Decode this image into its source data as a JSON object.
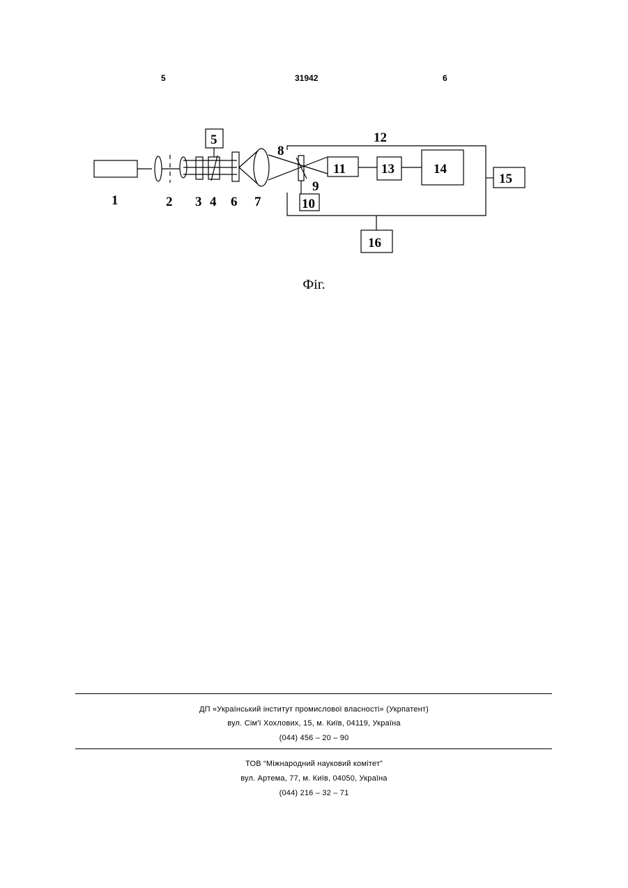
{
  "header": {
    "left_page": "5",
    "patent_number": "31942",
    "right_page": "6"
  },
  "figure": {
    "labels": {
      "l1": "1",
      "l2": "2",
      "l3": "3",
      "l4": "4",
      "l5": "5",
      "l6": "6",
      "l7": "7",
      "l8": "8",
      "l9": "9",
      "l10": "10",
      "l11": "11",
      "l12": "12",
      "l13": "13",
      "l14": "14",
      "l15": "15",
      "l16": "16"
    },
    "caption": "Фіг."
  },
  "footer": {
    "block1": {
      "line1": "ДП «Український інститут промислової власності» (Укрпатент)",
      "line2": "вул. Сім'ї Хохлових, 15, м. Київ, 04119, Україна",
      "line3": "(044) 456 – 20 –  90"
    },
    "block2": {
      "line1": "ТОВ “Міжнародний науковий комітет”",
      "line2": "вул. Артема, 77, м. Київ, 04050, Україна",
      "line3": "(044) 216 – 32 – 71"
    }
  }
}
